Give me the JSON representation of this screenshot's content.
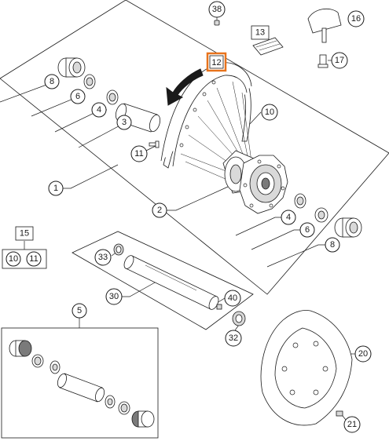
{
  "callouts": [
    {
      "id": "c1",
      "label": "1"
    },
    {
      "id": "c2",
      "label": "2"
    },
    {
      "id": "c3",
      "label": "3"
    },
    {
      "id": "c4a",
      "label": "4"
    },
    {
      "id": "c4b",
      "label": "4"
    },
    {
      "id": "c5",
      "label": "5"
    },
    {
      "id": "c6a",
      "label": "6"
    },
    {
      "id": "c6b",
      "label": "6"
    },
    {
      "id": "c8a",
      "label": "8"
    },
    {
      "id": "c8b",
      "label": "8"
    },
    {
      "id": "c10",
      "label": "10"
    },
    {
      "id": "c11",
      "label": "11"
    },
    {
      "id": "c12",
      "label": "12"
    },
    {
      "id": "c13",
      "label": "13"
    },
    {
      "id": "c15",
      "label": "15"
    },
    {
      "id": "c15a",
      "label": "10"
    },
    {
      "id": "c15b",
      "label": "11"
    },
    {
      "id": "c16",
      "label": "16"
    },
    {
      "id": "c17",
      "label": "17"
    },
    {
      "id": "c20",
      "label": "20"
    },
    {
      "id": "c21",
      "label": "21"
    },
    {
      "id": "c30",
      "label": "30"
    },
    {
      "id": "c32",
      "label": "32"
    },
    {
      "id": "c33",
      "label": "33"
    },
    {
      "id": "c38",
      "label": "38"
    },
    {
      "id": "c40",
      "label": "40"
    }
  ],
  "highlight": {
    "label": "12",
    "color": "#e8731c"
  },
  "colors": {
    "line": "#1a1a1a",
    "arrow": "#1a1a1a",
    "highlight": "#e8731c"
  }
}
